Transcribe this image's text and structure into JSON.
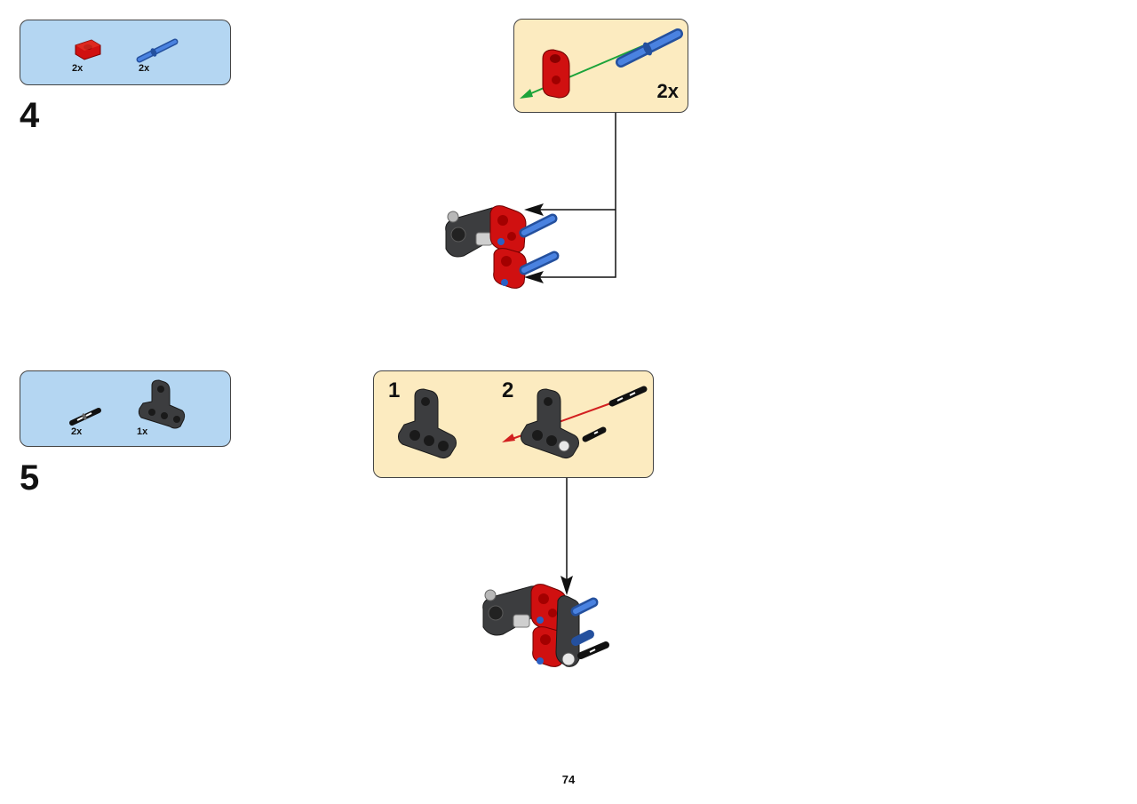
{
  "steps": [
    {
      "number": "4",
      "parts": [
        {
          "icon": "red-connector-icon",
          "qty": "2x"
        },
        {
          "icon": "blue-axle-pin-icon",
          "qty": "2x"
        }
      ],
      "callout": {
        "qty": "2x"
      }
    },
    {
      "number": "5",
      "parts": [
        {
          "icon": "black-pin-icon",
          "qty": "2x"
        },
        {
          "icon": "dark-grey-t-beam-icon",
          "qty": "1x"
        }
      ],
      "callout": {
        "substep_1": "1",
        "substep_2": "2"
      }
    }
  ],
  "page_number": "74",
  "colors": {
    "parts_box": "#b4d6f2",
    "callout_box": "#fcebc0",
    "red_part": "#d01010",
    "blue_part": "#3a6fd0",
    "dark_grey_part": "#3c3d3f",
    "green_arrow": "#1ca33a",
    "red_arrow": "#d22020"
  }
}
